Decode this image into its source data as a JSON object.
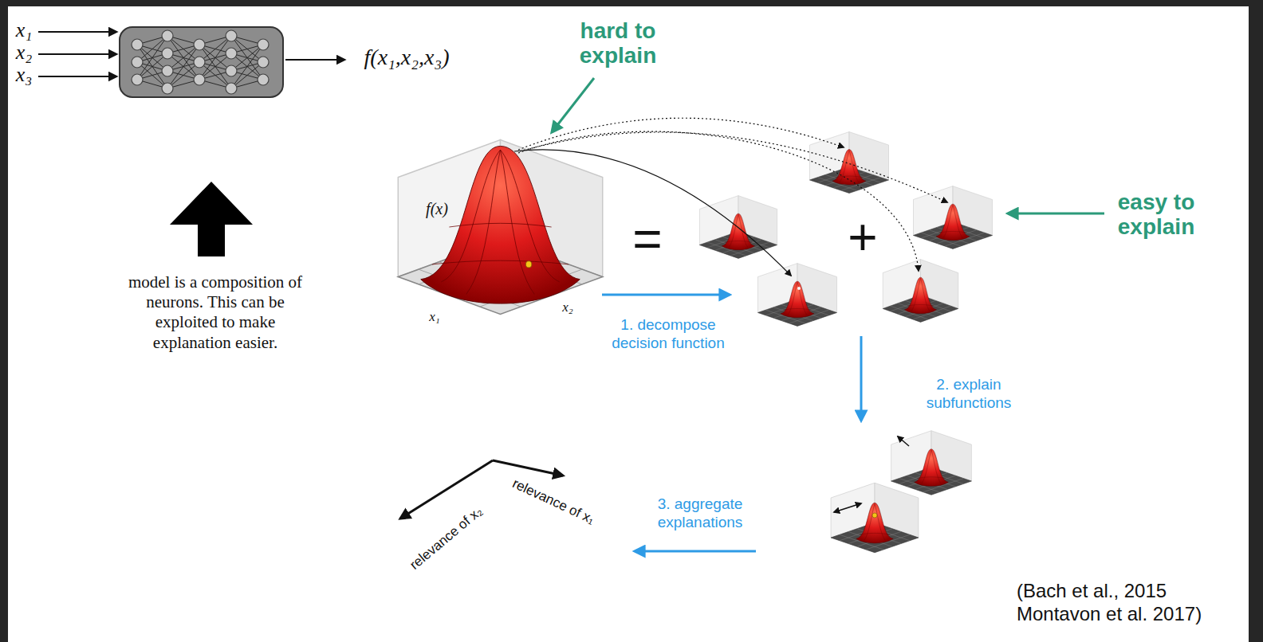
{
  "diagram": {
    "labels": [
      "x₁",
      "x₂",
      "x₃",
      "f(x₁,x₂,x₃)",
      "model is a composition of neurons. This can be exploited to make explanation easier.",
      "hard to explain",
      "f(x)",
      "x₁",
      "x₂",
      "=",
      "+",
      "easy to explain",
      "1. decompose decision function",
      "2. explain subfunctions",
      "3. aggregate explanations",
      "relevance of x₂",
      "relevance of x₁",
      "(Bach et al., 2015 Montavon et al. 2017)"
    ]
  }
}
